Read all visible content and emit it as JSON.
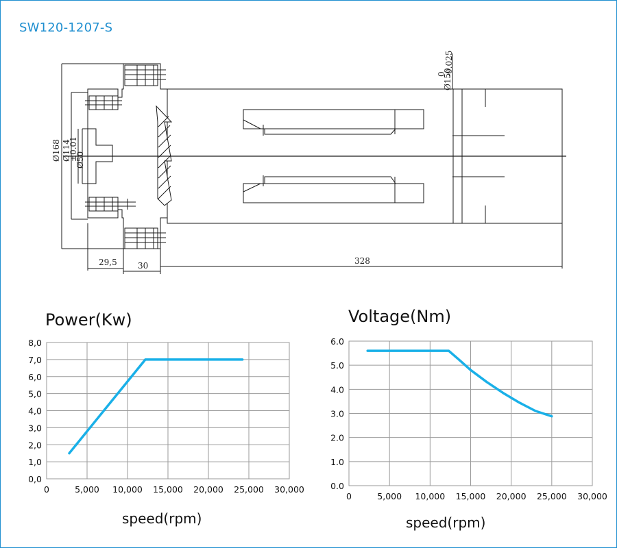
{
  "header": {
    "model": "SW120-1207-S"
  },
  "drawing": {
    "dimensions": {
      "d168": "Ø168",
      "d114": "Ø114",
      "d114_tol": "±0.01",
      "d50": "Ø50",
      "d150": "Ø150",
      "d150_tol_upper": "0",
      "d150_tol_lower": "-0.025",
      "len_29_5": "29,5",
      "len_30": "30",
      "len_328": "328"
    }
  },
  "chart_data": [
    {
      "type": "line",
      "title": "Power(Kw)",
      "xlabel": "speed(rpm)",
      "ylabel": "",
      "xlim": [
        0,
        30000
      ],
      "ylim": [
        0,
        8
      ],
      "x_ticks": [
        "0",
        "5,000",
        "10,000",
        "15,000",
        "20,000",
        "25,000",
        "30,000"
      ],
      "y_ticks": [
        "0,0",
        "1,0",
        "2,0",
        "3,0",
        "4,0",
        "5,0",
        "6,0",
        "7,0",
        "8,0"
      ],
      "grid": true,
      "color": "#19b0e8",
      "series": [
        {
          "x": [
            2800,
            12200,
            24200
          ],
          "y": [
            1.5,
            7.0,
            7.0
          ]
        }
      ]
    },
    {
      "type": "line",
      "title": "Voltage(Nm)",
      "xlabel": "speed(rpm)",
      "ylabel": "",
      "xlim": [
        0,
        30000
      ],
      "ylim": [
        0,
        6
      ],
      "x_ticks": [
        "0",
        "5,000",
        "10,000",
        "15,000",
        "20,000",
        "25,000",
        "30,000"
      ],
      "y_ticks": [
        "0.0",
        "1.0",
        "2.0",
        "3.0",
        "4.0",
        "5.0",
        "6.0"
      ],
      "grid": true,
      "color": "#19b0e8",
      "series": [
        {
          "x": [
            2300,
            12300,
            13500,
            15000,
            17000,
            19000,
            21000,
            23000,
            25000
          ],
          "y": [
            5.6,
            5.6,
            5.25,
            4.8,
            4.3,
            3.85,
            3.45,
            3.1,
            2.88
          ]
        }
      ]
    }
  ]
}
